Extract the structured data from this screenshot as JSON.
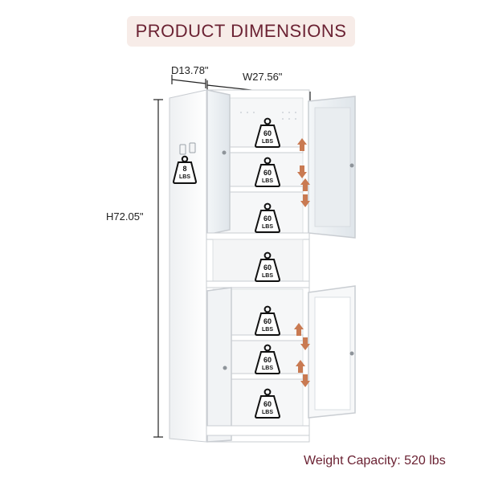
{
  "header": {
    "title": "PRODUCT DIMENSIONS"
  },
  "dimensions": {
    "depth": "D13.78\"",
    "width": "W27.56\"",
    "height": "H72.05\""
  },
  "weights": {
    "hook": {
      "value": "8",
      "unit": "LBS"
    },
    "shelf_1": {
      "value": "60",
      "unit": "LBS"
    },
    "shelf_2": {
      "value": "60",
      "unit": "LBS"
    },
    "shelf_3": {
      "value": "60",
      "unit": "LBS"
    },
    "shelf_4": {
      "value": "60",
      "unit": "LBS"
    },
    "shelf_5": {
      "value": "60",
      "unit": "LBS"
    },
    "shelf_6": {
      "value": "60",
      "unit": "LBS"
    },
    "shelf_7": {
      "value": "60",
      "unit": "LBS"
    }
  },
  "footer": {
    "capacity": "Weight Capacity: 520 lbs"
  },
  "colors": {
    "accent": "#6b2233",
    "title_bg": "#f7ece8",
    "arrow": "#c97a52",
    "cabinet": "#ffffff",
    "cabinet_edge": "#c9cdd2"
  }
}
